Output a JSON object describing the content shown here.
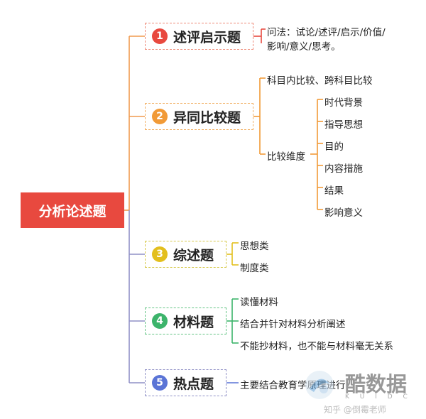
{
  "root": {
    "label": "分析论述题"
  },
  "categories": [
    {
      "num": "1",
      "label": "述评启示题",
      "color": "#e8493f",
      "border": "#ee8a78",
      "leaves": [
        "问法：试论/述评/启示/价值/",
        "影响/意义/思考。"
      ]
    },
    {
      "num": "2",
      "label": "异同比较题",
      "color": "#f19a37",
      "border": "#f2b166",
      "leaves": [
        "科目内比较、跨科目比较",
        "比较维度"
      ],
      "sub_leaves": [
        "时代背景",
        "指导思想",
        "目的",
        "内容措施",
        "结果",
        "影响意义"
      ]
    },
    {
      "num": "3",
      "label": "综述题",
      "color": "#e3bf1d",
      "border": "#d6c94a",
      "leaves": [
        "思想类",
        "制度类"
      ]
    },
    {
      "num": "4",
      "label": "材料题",
      "color": "#3cb46b",
      "border": "#63c484",
      "leaves": [
        "读懂材料",
        "结合并针对材料分析阐述",
        "不能抄材料，也不能与材料毫无关系"
      ]
    },
    {
      "num": "5",
      "label": "热点题",
      "color": "#5a74d6",
      "border": "#8f90c6",
      "leaves": [
        "主要结合教育学原理进行"
      ]
    }
  ],
  "colors": {
    "line_top": "#f09a4f",
    "line_bottom": "#8f90c6",
    "leaf_line_1": "#e8493f",
    "leaf_line_2": "#f19a37",
    "leaf_line_3": "#e3bf1d",
    "leaf_line_4": "#3cb46b",
    "leaf_line_5": "#5a74d6"
  },
  "watermark": {
    "title": "酷数据",
    "subtitle": "K U I D C",
    "credit": "知乎 @倒霉老师"
  }
}
